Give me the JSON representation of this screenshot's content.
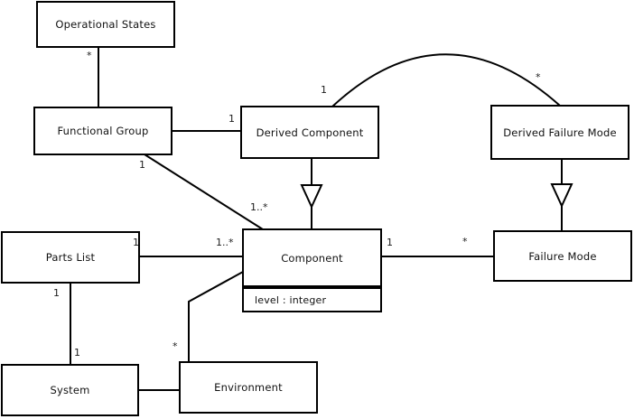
{
  "diagram": {
    "type": "uml-class-diagram",
    "classes": [
      {
        "name": "Operational States"
      },
      {
        "name": "Functional Group"
      },
      {
        "name": "Derived Component"
      },
      {
        "name": "Derived Failure Mode"
      },
      {
        "name": "Parts List"
      },
      {
        "name": "Component",
        "attributes": [
          "level : integer"
        ]
      },
      {
        "name": "Failure Mode"
      },
      {
        "name": "System"
      },
      {
        "name": "Environment"
      }
    ],
    "labels": [
      {
        "text": "*"
      },
      {
        "text": "1"
      },
      {
        "text": "1"
      },
      {
        "text": "1..*"
      },
      {
        "text": "1"
      },
      {
        "text": "*"
      },
      {
        "text": "1"
      },
      {
        "text": "1..*"
      },
      {
        "text": "1"
      },
      {
        "text": "*"
      },
      {
        "text": "1"
      },
      {
        "text": "1"
      },
      {
        "text": "*"
      }
    ],
    "relationships": [
      {
        "from": "Functional Group",
        "to": "Operational States",
        "type": "association",
        "multiplicity_to": "*"
      },
      {
        "from": "Functional Group",
        "to": "Derived Component",
        "type": "association",
        "multiplicity_to": "1"
      },
      {
        "from": "Functional Group",
        "to": "Component",
        "type": "association",
        "multiplicity_from": "1",
        "multiplicity_to": "1..*"
      },
      {
        "from": "Derived Component",
        "to": "Component",
        "type": "generalization"
      },
      {
        "from": "Derived Component",
        "to": "Derived Failure Mode",
        "type": "association",
        "multiplicity_from": "1",
        "multiplicity_to": "*"
      },
      {
        "from": "Derived Failure Mode",
        "to": "Failure Mode",
        "type": "generalization"
      },
      {
        "from": "Parts List",
        "to": "Component",
        "type": "association",
        "multiplicity_from": "1",
        "multiplicity_to": "1..*"
      },
      {
        "from": "Component",
        "to": "Failure Mode",
        "type": "association",
        "multiplicity_from": "1",
        "multiplicity_to": "*"
      },
      {
        "from": "Parts List",
        "to": "System",
        "type": "association",
        "multiplicity_from": "1",
        "multiplicity_to": "1"
      },
      {
        "from": "System",
        "to": "Environment",
        "type": "association"
      },
      {
        "from": "Component",
        "to": "Environment",
        "type": "association",
        "multiplicity_to": "*"
      }
    ]
  }
}
